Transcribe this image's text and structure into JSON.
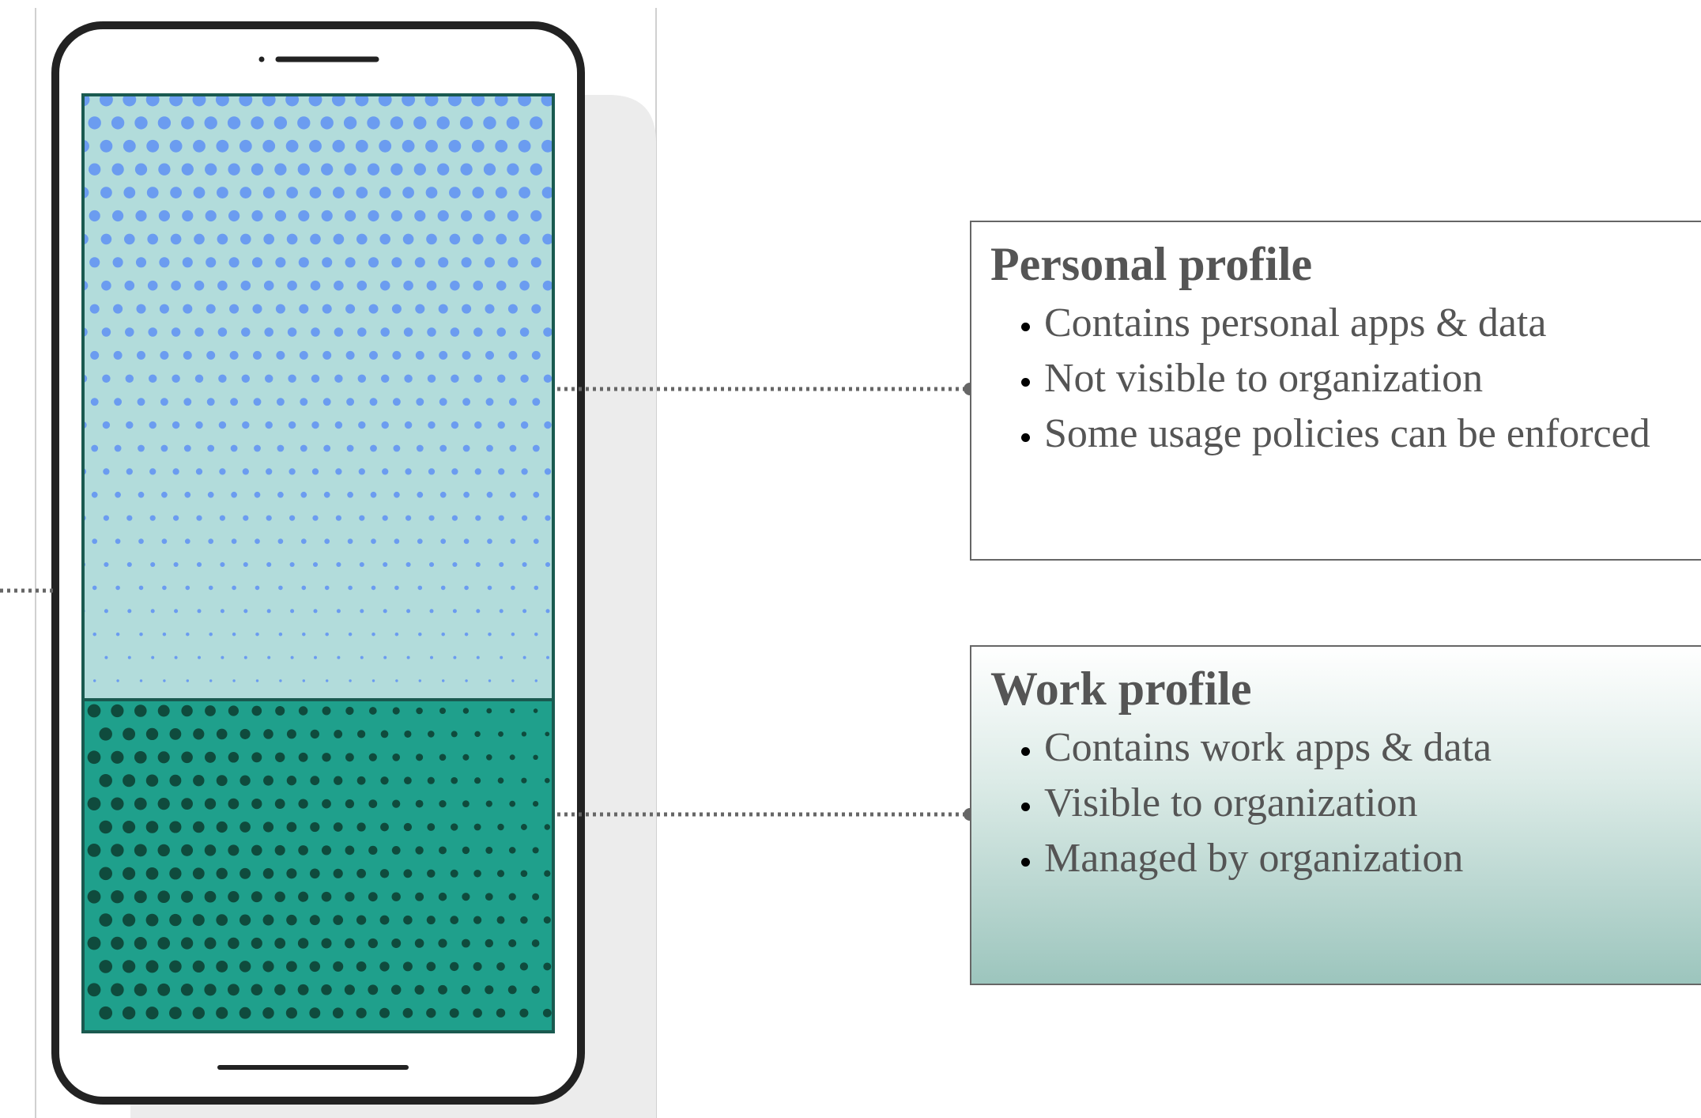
{
  "colors": {
    "personal_fill": "#b2dcdb",
    "personal_dots": "#6b9cf0",
    "work_fill": "#1fa08c",
    "work_dots": "#0f4b3d",
    "phone_frame": "#222222",
    "connector": "#666666",
    "shadow": "#ececec"
  },
  "personal_profile": {
    "title": "Personal profile",
    "bullets": [
      "Contains personal apps & data",
      "Not visible to organization",
      "Some usage policies can be enforced"
    ]
  },
  "work_profile": {
    "title": "Work profile",
    "bullets": [
      "Contains work apps & data",
      "Visible to organization",
      "Managed by organization"
    ]
  }
}
